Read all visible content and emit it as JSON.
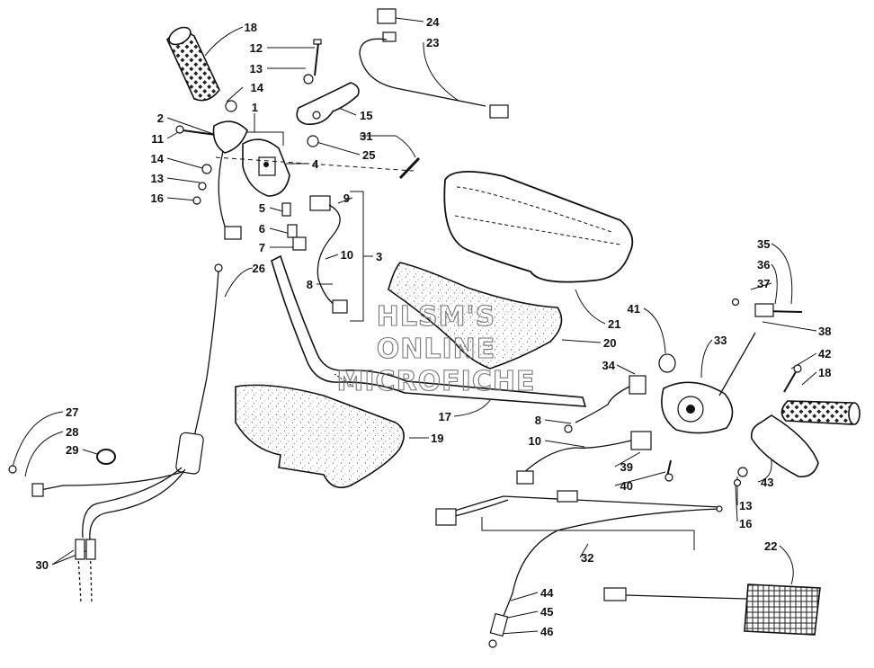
{
  "diagram": {
    "watermark": [
      "HLSM'S",
      "ONLINE",
      "MICROFICHE"
    ],
    "callouts": [
      {
        "id": "c18a",
        "label": "18"
      },
      {
        "id": "c12",
        "label": "12"
      },
      {
        "id": "c13a",
        "label": "13"
      },
      {
        "id": "c14a",
        "label": "14"
      },
      {
        "id": "c1",
        "label": "1"
      },
      {
        "id": "c2",
        "label": "2"
      },
      {
        "id": "c11",
        "label": "11"
      },
      {
        "id": "c14b",
        "label": "14"
      },
      {
        "id": "c13b",
        "label": "13"
      },
      {
        "id": "c16a",
        "label": "16"
      },
      {
        "id": "c24",
        "label": "24"
      },
      {
        "id": "c23",
        "label": "23"
      },
      {
        "id": "c15",
        "label": "15"
      },
      {
        "id": "c31",
        "label": "31"
      },
      {
        "id": "c25",
        "label": "25"
      },
      {
        "id": "c4",
        "label": "4"
      },
      {
        "id": "c9",
        "label": "9"
      },
      {
        "id": "c5",
        "label": "5"
      },
      {
        "id": "c6",
        "label": "6"
      },
      {
        "id": "c7",
        "label": "7"
      },
      {
        "id": "c10a",
        "label": "10"
      },
      {
        "id": "c3",
        "label": "3"
      },
      {
        "id": "c8a",
        "label": "8"
      },
      {
        "id": "c26",
        "label": "26"
      },
      {
        "id": "c21",
        "label": "21"
      },
      {
        "id": "c20",
        "label": "20"
      },
      {
        "id": "c35",
        "label": "35"
      },
      {
        "id": "c36",
        "label": "36"
      },
      {
        "id": "c37",
        "label": "37"
      },
      {
        "id": "c38",
        "label": "38"
      },
      {
        "id": "c41",
        "label": "41"
      },
      {
        "id": "c33",
        "label": "33"
      },
      {
        "id": "c34",
        "label": "34"
      },
      {
        "id": "c42",
        "label": "42"
      },
      {
        "id": "c18b",
        "label": "18"
      },
      {
        "id": "c17",
        "label": "17"
      },
      {
        "id": "c19",
        "label": "19"
      },
      {
        "id": "c8b",
        "label": "8"
      },
      {
        "id": "c10b",
        "label": "10"
      },
      {
        "id": "c39",
        "label": "39"
      },
      {
        "id": "c40",
        "label": "40"
      },
      {
        "id": "c43",
        "label": "43"
      },
      {
        "id": "c13c",
        "label": "13"
      },
      {
        "id": "c16b",
        "label": "16"
      },
      {
        "id": "c27",
        "label": "27"
      },
      {
        "id": "c28",
        "label": "28"
      },
      {
        "id": "c29",
        "label": "29"
      },
      {
        "id": "c30",
        "label": "30"
      },
      {
        "id": "c32",
        "label": "32"
      },
      {
        "id": "c22",
        "label": "22"
      },
      {
        "id": "c44",
        "label": "44"
      },
      {
        "id": "c45",
        "label": "45"
      },
      {
        "id": "c46",
        "label": "46"
      }
    ]
  }
}
